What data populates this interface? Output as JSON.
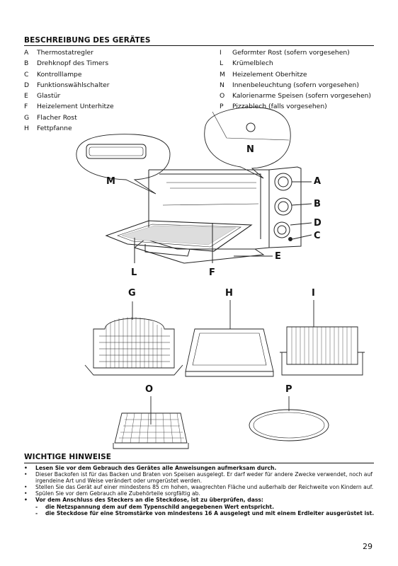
{
  "heading_description": "BESCHREIBUNG  DES GERÄTES",
  "parts_left": [
    {
      "letter": "A",
      "text": "Thermostatregler"
    },
    {
      "letter": "B",
      "text": "Drehknopf des Timers"
    },
    {
      "letter": "C",
      "text": "Kontrolllampe"
    },
    {
      "letter": "D",
      "text": "Funktionswählschalter"
    },
    {
      "letter": "E",
      "text": "Glastür"
    },
    {
      "letter": "F",
      "text": "Heizelement Unterhitze"
    },
    {
      "letter": "G",
      "text": "Flacher Rost"
    },
    {
      "letter": "H",
      "text": "Fettpfanne"
    }
  ],
  "parts_right": [
    {
      "letter": "I",
      "text": "Geformter Rost (sofern vorgesehen)"
    },
    {
      "letter": "L",
      "text": "Krümelblech"
    },
    {
      "letter": "M",
      "text": "Heizelement Oberhitze"
    },
    {
      "letter": "N",
      "text": "Innenbeleuchtung (sofern vorgesehen)"
    },
    {
      "letter": "O",
      "text": "Kalorienarme Speisen (sofern vorgesehen)"
    },
    {
      "letter": "P",
      "text": "Pizzablech (falls vorgesehen)"
    }
  ],
  "figure_labels": {
    "N": "N",
    "M": "M",
    "A": "A",
    "B": "B",
    "D": "D",
    "C": "C",
    "E": "E",
    "L": "L",
    "F": "F",
    "G": "G",
    "H": "H",
    "I": "I",
    "O": "O",
    "P": "P"
  },
  "heading_notes": "WICHTIGE HINWEISE",
  "notes": [
    {
      "bold": true,
      "text": "Lesen Sie vor dem Gebrauch des Gerätes alle Anweisungen aufmerksam durch."
    },
    {
      "bold": false,
      "text": "Dieser Backofen ist für das Backen und Braten von Speisen ausgelegt. Er darf weder für andere Zwecke verwendet, noch auf irgendeine Art und Weise verändert oder umgerüstet werden."
    },
    {
      "bold": false,
      "text": "Stellen Sie das Gerät auf einer mindestens 85 cm hohen, waagrechten Fläche und außerhalb der Reichweite von Kindern auf."
    },
    {
      "bold": false,
      "text": "Spülen Sie vor dem Gebrauch alle Zubehörteile sorgfältig ab."
    },
    {
      "bold": true,
      "text": "Vor dem Anschluss des Steckers an die Steckdose, ist zu überprüfen, dass:"
    }
  ],
  "sub_notes": [
    "die Netzspannung dem auf dem Typenschild angegebenen Wert entspricht.",
    "die Steckdose für eine Stromstärke von mindestens 16 A ausgelegt und mit einem Erdleiter ausgerüstet ist."
  ],
  "page_number": "29"
}
